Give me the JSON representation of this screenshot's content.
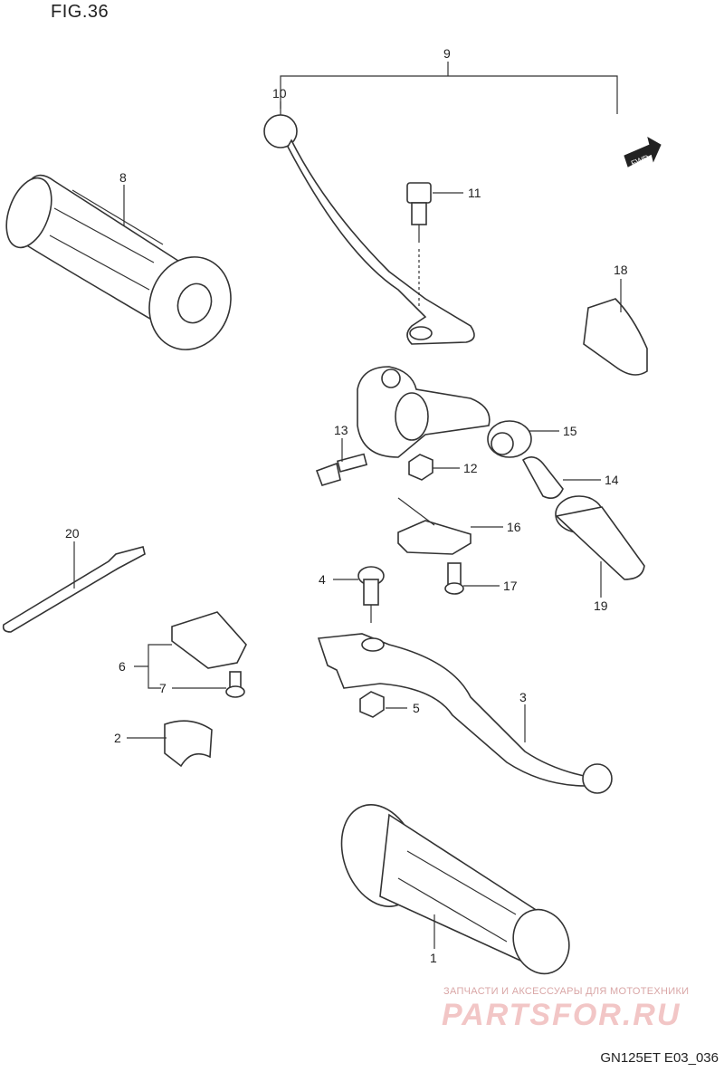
{
  "figure": {
    "title": "FIG.36",
    "code": "GN125ET E03_036"
  },
  "labels": {
    "p1": "1",
    "p2": "2",
    "p3": "3",
    "p4": "4",
    "p5": "5",
    "p6": "6",
    "p7": "7",
    "p8": "8",
    "p9": "9",
    "p10": "10",
    "p11": "11",
    "p12": "12",
    "p13": "13",
    "p14": "14",
    "p15": "15",
    "p16": "16",
    "p17": "17",
    "p18": "18",
    "p19": "19",
    "p20": "20"
  },
  "fwd_label": "FWD",
  "watermark": {
    "subtitle": "ЗАПЧАСТИ И АКСЕССУАРЫ ДЛЯ МОТОТЕХНИКИ",
    "brand": "PARTSFOR.RU"
  }
}
